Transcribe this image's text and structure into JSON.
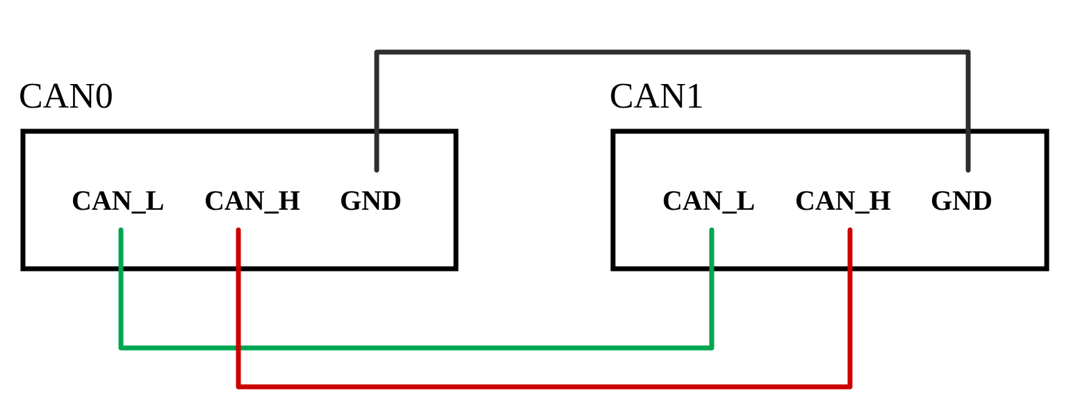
{
  "diagram": {
    "type": "CAN bus wiring",
    "modules": [
      {
        "id": "can0",
        "label": "CAN0",
        "pins": [
          "CAN_L",
          "CAN_H",
          "GND"
        ]
      },
      {
        "id": "can1",
        "label": "CAN1",
        "pins": [
          "CAN_L",
          "CAN_H",
          "GND"
        ]
      }
    ],
    "connections": [
      {
        "id": "gnd",
        "from": "CAN0.GND",
        "to": "CAN1.GND",
        "color": "#2e2e2e"
      },
      {
        "id": "can-l",
        "from": "CAN0.CAN_L",
        "to": "CAN1.CAN_L",
        "color": "#00a550"
      },
      {
        "id": "can-h",
        "from": "CAN0.CAN_H",
        "to": "CAN1.CAN_H",
        "color": "#cc0000"
      }
    ]
  }
}
